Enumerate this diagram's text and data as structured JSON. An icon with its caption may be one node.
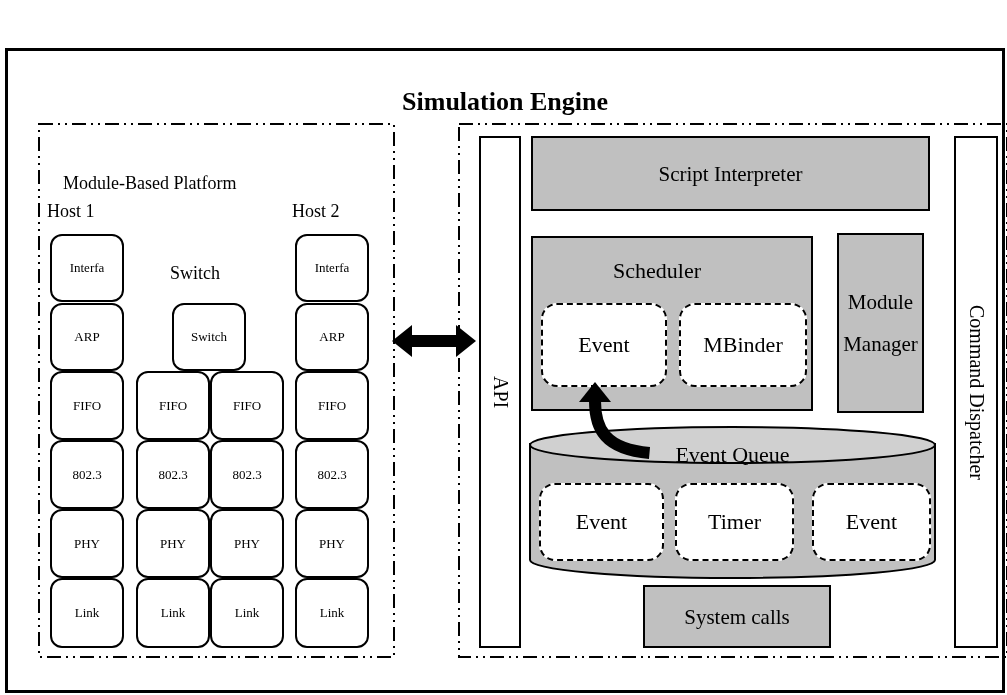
{
  "diagram": {
    "nodes": [
      {
        "text": [
          "Simulation Engine"
        ]
      },
      {
        "text": [
          "Module-Based Platform"
        ],
        "in": 0
      },
      {
        "text": [
          "Interfa"
        ],
        "in": 1
      },
      {
        "text": [
          "ARP"
        ],
        "in": 1
      },
      {
        "text": [
          "FIFO"
        ],
        "in": 1
      },
      {
        "text": [
          "802.3"
        ],
        "in": 1
      },
      {
        "text": [
          "PHY"
        ],
        "in": 1
      },
      {
        "text": [
          "Link"
        ],
        "in": 1
      },
      {
        "text": [
          "Switch"
        ],
        "in": 1
      },
      {
        "text": [
          "FIFO"
        ],
        "in": 1
      },
      {
        "text": [
          "FIFO"
        ],
        "in": 1
      },
      {
        "text": [
          "802.3"
        ],
        "in": 1
      },
      {
        "text": [
          "802.3"
        ],
        "in": 1
      },
      {
        "text": [
          "PHY"
        ],
        "in": 1
      },
      {
        "text": [
          "PHY"
        ],
        "in": 1
      },
      {
        "text": [
          "Link"
        ],
        "in": 1
      },
      {
        "text": [
          "Link"
        ],
        "in": 1
      },
      {
        "text": [
          "Interfa"
        ],
        "in": 1
      },
      {
        "text": [
          "ARP"
        ],
        "in": 1
      },
      {
        "text": [
          "FIFO"
        ],
        "in": 1
      },
      {
        "text": [
          "802.3"
        ],
        "in": 1
      },
      {
        "text": [
          "PHY"
        ],
        "in": 1
      },
      {
        "text": [
          "Link"
        ],
        "in": 1
      },
      {
        "text": [],
        "shape": "box",
        "in": 0
      },
      {
        "text": [
          "API"
        ],
        "in": 23
      },
      {
        "text": [
          "Script Interpreter"
        ],
        "in": 23
      },
      {
        "text": [
          "Scheduler"
        ],
        "in": 23
      },
      {
        "text": [
          "Event"
        ],
        "in": 26
      },
      {
        "text": [
          "MBinder"
        ],
        "in": 26
      },
      {
        "text": [
          "Module Manager"
        ],
        "in": 23
      },
      {
        "text": [
          "Event Queue"
        ],
        "in": 23
      },
      {
        "text": [
          "Event"
        ],
        "in": 30
      },
      {
        "text": [
          "Timer"
        ],
        "in": 30
      },
      {
        "text": [
          "Event"
        ],
        "in": 30
      },
      {
        "text": [
          "System calls"
        ],
        "in": 23
      },
      {
        "text": [
          "Command Dispatcher"
        ],
        "in": 23
      }
    ],
    "edges": [
      {
        "from": 1,
        "to": 24,
        "arrow": "both"
      },
      {
        "from": 30,
        "to": 27,
        "arrow": "to"
      }
    ],
    "labels": [
      "Host 1",
      "Host 2",
      "Switch"
    ]
  }
}
